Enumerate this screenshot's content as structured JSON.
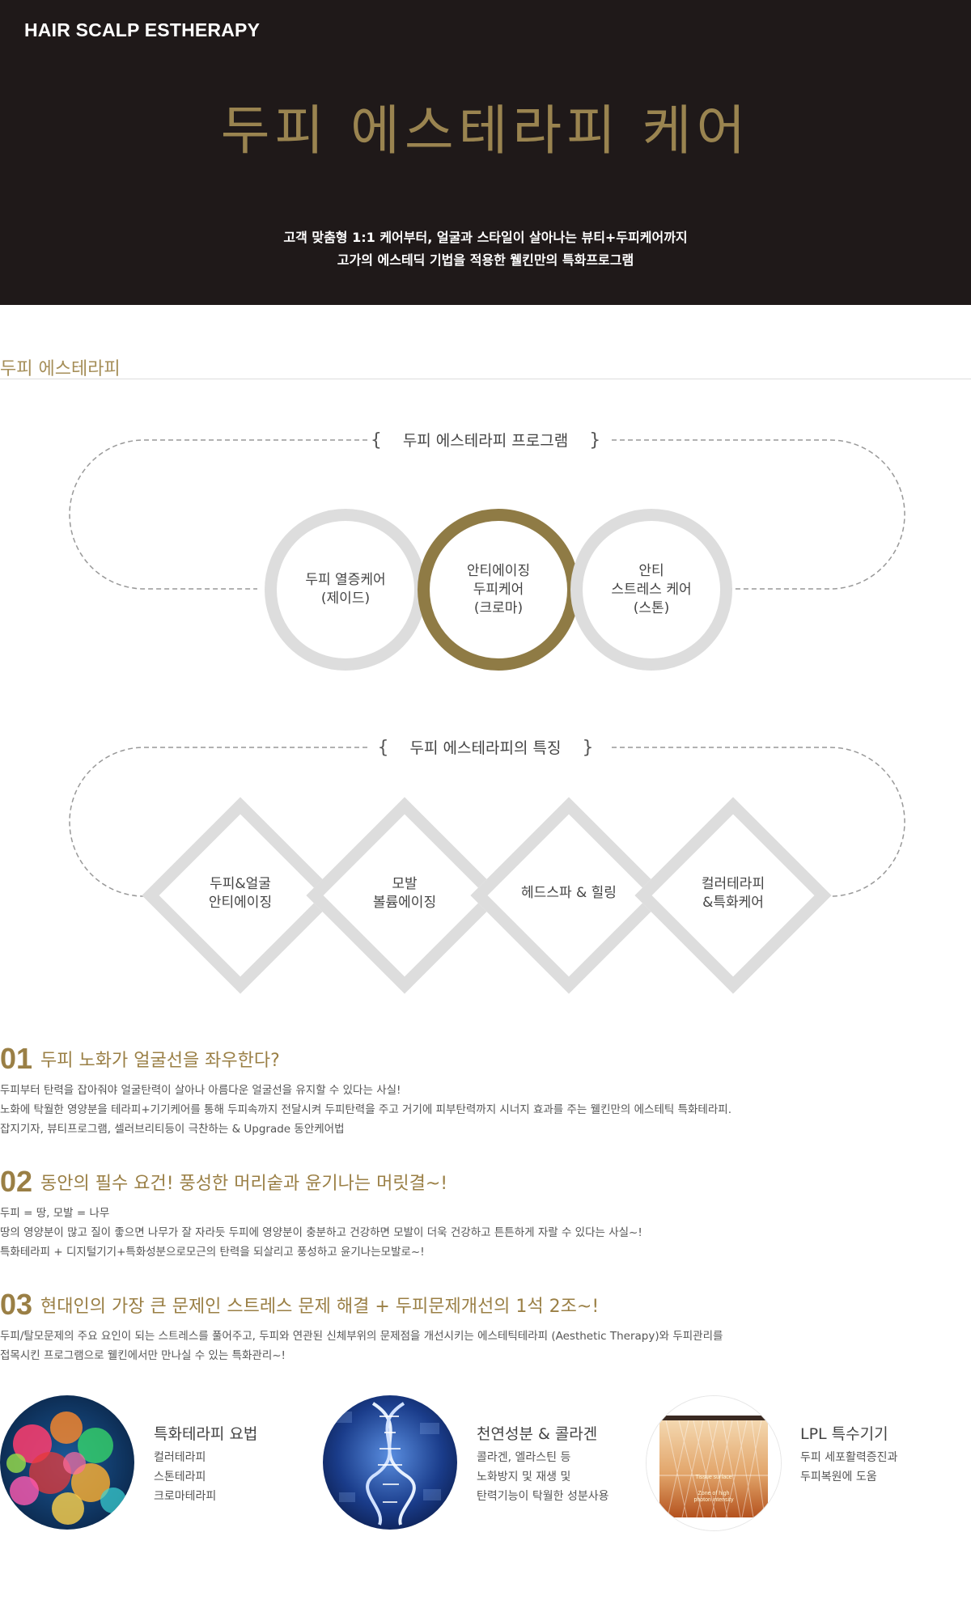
{
  "hero": {
    "brand": "HAIR SCALP ESTHERAPY",
    "title": "두피 에스테라피 케어",
    "subtitle_line1": "고객 맞춤형 1:1 케어부터, 얼굴과 스타일이 살아나는 뷰티+두피케어까지",
    "subtitle_line2": "고가의 에스테딕 기법을 적용한 웰킨만의 특화프로그램"
  },
  "section": {
    "title": "두피 에스테라피"
  },
  "program": {
    "title": "두피 에스테라피 프로그램",
    "bracket_open": "{",
    "bracket_close": "}",
    "items": [
      {
        "line1": "두피 열증케어",
        "line2": "(제이드)",
        "line3": ""
      },
      {
        "line1": "안티에이징",
        "line2": "두피케어",
        "line3": "(크로마)"
      },
      {
        "line1": "안티",
        "line2": "스트레스 케어",
        "line3": "(스톤)"
      }
    ]
  },
  "features": {
    "title": "두피 에스테라피의 특징",
    "bracket_open": "{",
    "bracket_close": "}",
    "items": [
      {
        "line1": "두피&얼굴",
        "line2": "안티에이징"
      },
      {
        "line1": "모발",
        "line2": "볼륨에이징"
      },
      {
        "line1": "헤드스파 & 힐링",
        "line2": ""
      },
      {
        "line1": "컬러테라피",
        "line2": "&특화케어"
      }
    ]
  },
  "points": [
    {
      "num": "01",
      "heading": "두피 노화가 얼굴선을 좌우한다?",
      "lines": [
        "두피부터 탄력을 잡아줘야 얼굴탄력이 살아나 아름다운 얼굴선을 유지할 수 있다는 사실!",
        "노화에 탁월한 영양분을 테라피+기기케어를 통해 두피속까지 전달시켜 두피탄력을 주고 거기에 피부탄력까지 시너지 효과를 주는 웰킨만의 에스테틱 특화테라피.",
        "잡지기자, 뷰티프로그램, 셀러브리티등이 극찬하는 & Upgrade 동안케어법"
      ]
    },
    {
      "num": "02",
      "heading": "동안의 필수 요건! 풍성한 머리숱과 윤기나는 머릿결~!",
      "lines": [
        "두피 = 땅, 모발 = 나무",
        "땅의 영양분이 많고 질이 좋으면 나무가 잘 자라듯 두피에 영양분이 충분하고 건강하면 모발이 더욱 건강하고 튼튼하게 자랄 수 있다는 사실~!",
        "특화테라피 + 디지털기기+특화성분으로모근의 탄력을 되살리고 풍성하고 윤기나는모발로~!"
      ]
    },
    {
      "num": "03",
      "heading": "현대인의 가장 큰 문제인 스트레스 문제 해결 + 두피문제개선의 1석 2조~!",
      "lines": [
        "두피/탈모문제의 주요 요인이 되는 스트레스를 풀어주고, 두피와 연관된 신체부위의 문제점을 개선시키는 에스테틱테라피 (Aesthetic Therapy)와 두피관리를",
        "접목시킨 프로그램으로 웰킨에서만 만나실 수 있는 특화관리~!"
      ]
    }
  ],
  "cards": [
    {
      "title": "특화테라피 요법",
      "lines": [
        "컬러테라피",
        "스톤테라피",
        "크로마테라피"
      ]
    },
    {
      "title": "천연성분 & 콜라겐",
      "lines": [
        "콜라겐, 엘라스틴 등",
        "노화방지 및 재생 및",
        "탄력기능이 탁월한 성분사용"
      ]
    },
    {
      "title": "LPL 특수기기",
      "lines": [
        "두피 세포활력증진과",
        "두피복원에 도움"
      ],
      "image_labels": [
        "Tissue surface",
        "Zone of high",
        "photon intensity"
      ]
    }
  ],
  "colors": {
    "hero_bg": "#1f1919",
    "gold": "#9a8450",
    "circle_gray": "#dddddd",
    "active_ring": "#8f7b45"
  }
}
